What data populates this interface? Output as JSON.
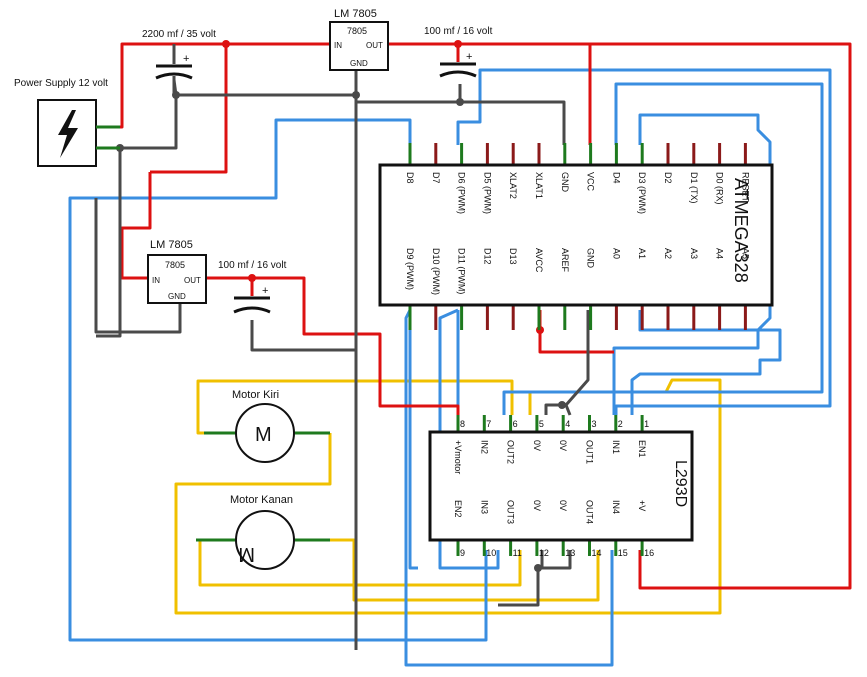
{
  "labels": {
    "power_supply": "Power Supply 12 volt",
    "cap_2200": "2200 mf / 35 volt",
    "cap_100_top": "100 mf / 16 volt",
    "cap_100_mid": "100 mf / 16 volt",
    "reg_top": "LM 7805",
    "reg_mid": "LM 7805",
    "reg_chip": "7805",
    "reg_in": "IN",
    "reg_out": "OUT",
    "reg_gnd": "GND",
    "motor_kiri": "Motor Kiri",
    "motor_kanan": "Motor Kanan",
    "motor_symbol": "M",
    "plus": "+"
  },
  "atmega": {
    "name": "ATMEGA328",
    "top_pins": [
      "D8",
      "D7",
      "D6 (PWM)",
      "D5 (PWM)",
      "XLAT2",
      "XLAT1",
      "GND",
      "VCC",
      "D4",
      "D3 (PWM)",
      "D2",
      "D1 (TX)",
      "D0 (RX)",
      "RESET"
    ],
    "bottom_pins": [
      "D9 (PWM)",
      "D10 (PWM)",
      "D11 (PWM)",
      "D12",
      "D13",
      "AVCC",
      "AREF",
      "GND",
      "A0",
      "A1",
      "A2",
      "A3",
      "A4",
      "A5"
    ]
  },
  "l293d": {
    "name": "L293D",
    "top_pin_numbers": [
      "8",
      "7",
      "6",
      "5",
      "4",
      "3",
      "2",
      "1"
    ],
    "top_pin_labels": [
      "+Vmotor",
      "IN2",
      "OUT2",
      "0V",
      "0V",
      "OUT1",
      "IN1",
      "EN1"
    ],
    "bottom_pin_numbers": [
      "9",
      "10",
      "11",
      "12",
      "13",
      "14",
      "15",
      "16"
    ],
    "bottom_pin_labels": [
      "EN2",
      "IN3",
      "OUT3",
      "0V",
      "0V",
      "OUT4",
      "IN4",
      "+V"
    ]
  },
  "colors": {
    "vcc_wire": "#dd1111",
    "gnd_wire": "#4a4a4a",
    "signal_wire": "#3a8ee0",
    "motor_wire": "#f0c000",
    "pin_green": "#1e7a1e",
    "pin_red": "#8b1a1a"
  }
}
